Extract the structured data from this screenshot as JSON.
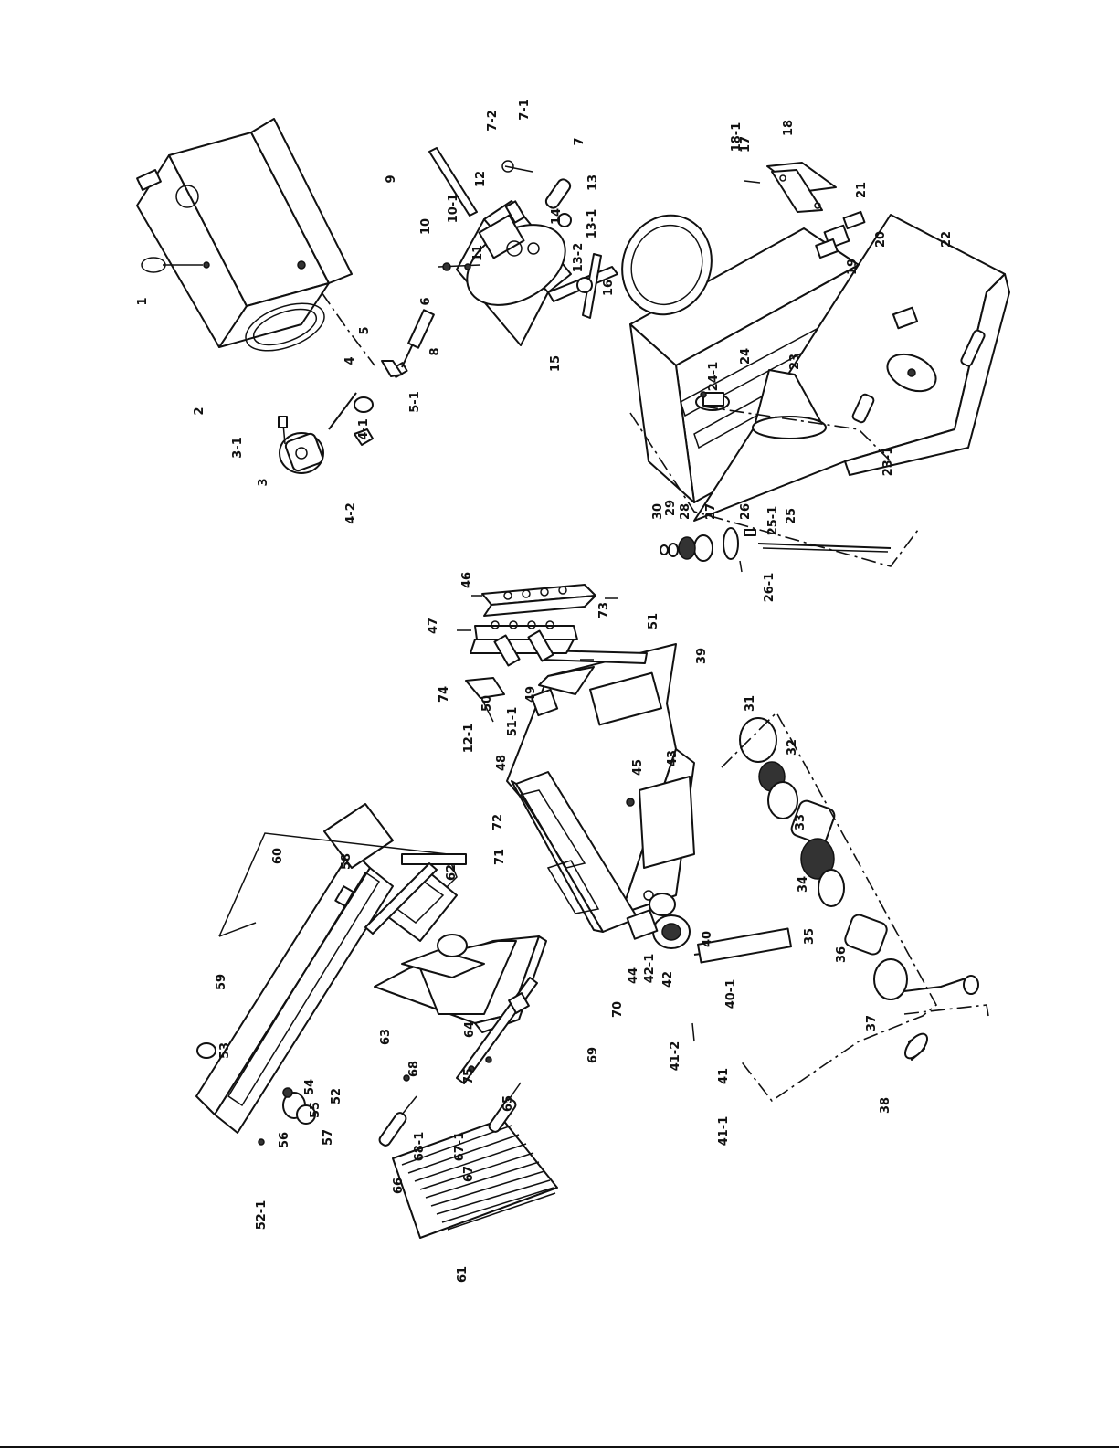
{
  "diagram": {
    "part_labels": [
      "1",
      "2",
      "3",
      "3-1",
      "4",
      "4-1",
      "4-2",
      "5",
      "5-1",
      "6",
      "7",
      "7-1",
      "7-2",
      "8",
      "9",
      "10",
      "10-1",
      "11",
      "12",
      "12-1",
      "13",
      "13-1",
      "13-2",
      "14",
      "15",
      "16",
      "17",
      "18",
      "18-1",
      "19",
      "20",
      "21",
      "22",
      "23",
      "23-1",
      "24",
      "24-1",
      "25",
      "25-1",
      "26",
      "26-1",
      "27",
      "28",
      "29",
      "30",
      "31",
      "32",
      "33",
      "34",
      "35",
      "36",
      "37",
      "38",
      "39",
      "40",
      "40-1",
      "41",
      "41-1",
      "41-2",
      "42",
      "42-1",
      "43",
      "44",
      "45",
      "46",
      "47",
      "48",
      "49",
      "50",
      "51",
      "51-1",
      "52",
      "52-1",
      "53",
      "54",
      "55",
      "56",
      "57",
      "58",
      "59",
      "60",
      "61",
      "62",
      "63",
      "64",
      "65",
      "66",
      "67",
      "67-1",
      "68",
      "68-1",
      "69",
      "70",
      "71",
      "72",
      "73",
      "74",
      "75"
    ]
  }
}
